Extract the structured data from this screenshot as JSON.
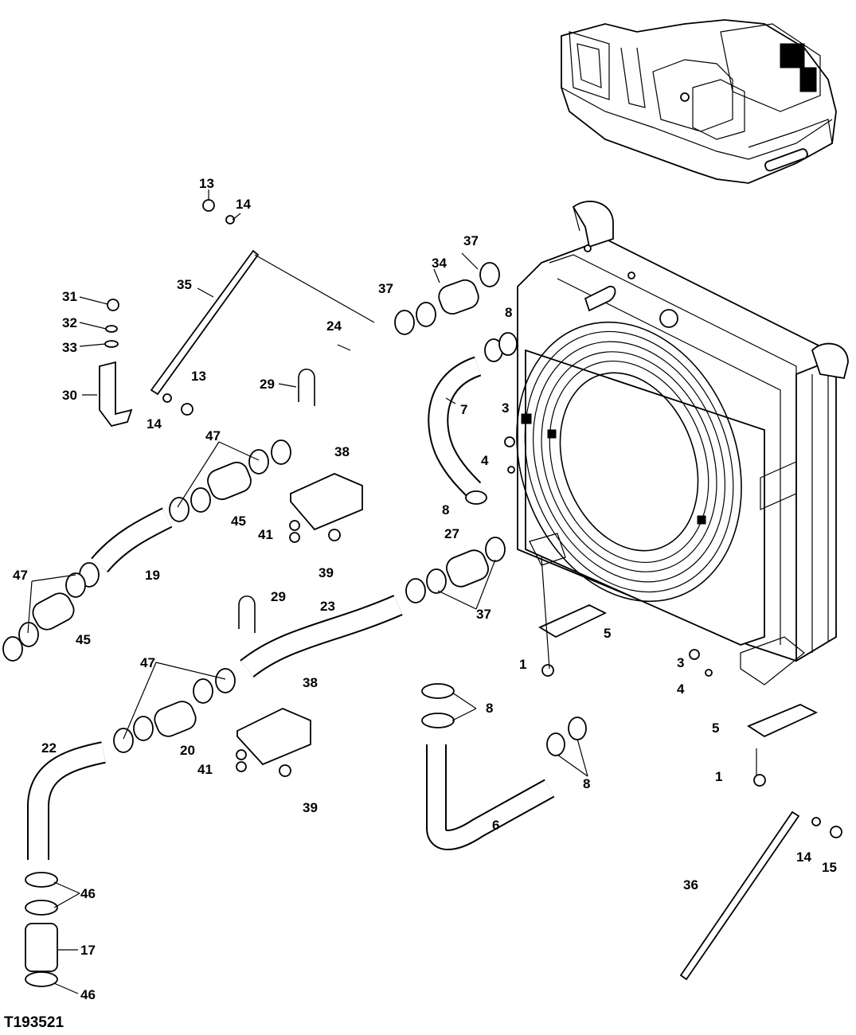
{
  "figure_id": "T193521",
  "callouts": [
    {
      "id": "c13a",
      "text": "13"
    },
    {
      "id": "c14a",
      "text": "14"
    },
    {
      "id": "c35",
      "text": "35"
    },
    {
      "id": "c31",
      "text": "31"
    },
    {
      "id": "c32",
      "text": "32"
    },
    {
      "id": "c33",
      "text": "33"
    },
    {
      "id": "c30",
      "text": "30"
    },
    {
      "id": "c14b",
      "text": "14"
    },
    {
      "id": "c13b",
      "text": "13"
    },
    {
      "id": "c29a",
      "text": "29"
    },
    {
      "id": "c24",
      "text": "24"
    },
    {
      "id": "c37a",
      "text": "37"
    },
    {
      "id": "c34",
      "text": "34"
    },
    {
      "id": "c37b",
      "text": "37"
    },
    {
      "id": "c8a",
      "text": "8"
    },
    {
      "id": "c7",
      "text": "7"
    },
    {
      "id": "c3a",
      "text": "3"
    },
    {
      "id": "c4a",
      "text": "4"
    },
    {
      "id": "c8b",
      "text": "8"
    },
    {
      "id": "c47a",
      "text": "47"
    },
    {
      "id": "c38a",
      "text": "38"
    },
    {
      "id": "c45a",
      "text": "45"
    },
    {
      "id": "c41a",
      "text": "41"
    },
    {
      "id": "c39a",
      "text": "39"
    },
    {
      "id": "c27",
      "text": "27"
    },
    {
      "id": "c19",
      "text": "19"
    },
    {
      "id": "c47b",
      "text": "47"
    },
    {
      "id": "c45b",
      "text": "45"
    },
    {
      "id": "c29b",
      "text": "29"
    },
    {
      "id": "c23",
      "text": "23"
    },
    {
      "id": "c37c",
      "text": "37"
    },
    {
      "id": "c5a",
      "text": "5"
    },
    {
      "id": "c1a",
      "text": "1"
    },
    {
      "id": "c3b",
      "text": "3"
    },
    {
      "id": "c4b",
      "text": "4"
    },
    {
      "id": "c47c",
      "text": "47"
    },
    {
      "id": "c38b",
      "text": "38"
    },
    {
      "id": "c8c",
      "text": "8"
    },
    {
      "id": "c5b",
      "text": "5"
    },
    {
      "id": "c22",
      "text": "22"
    },
    {
      "id": "c20",
      "text": "20"
    },
    {
      "id": "c41b",
      "text": "41"
    },
    {
      "id": "c39b",
      "text": "39"
    },
    {
      "id": "c8d",
      "text": "8"
    },
    {
      "id": "c1b",
      "text": "1"
    },
    {
      "id": "c6",
      "text": "6"
    },
    {
      "id": "c14c",
      "text": "14"
    },
    {
      "id": "c15",
      "text": "15"
    },
    {
      "id": "c46a",
      "text": "46"
    },
    {
      "id": "c36",
      "text": "36"
    },
    {
      "id": "c17",
      "text": "17"
    },
    {
      "id": "c46b",
      "text": "46"
    }
  ],
  "parts": {
    "excavator_locator": "excavator-overview",
    "radiator": "radiator-assembly",
    "fan_shroud": "fan-shroud"
  }
}
